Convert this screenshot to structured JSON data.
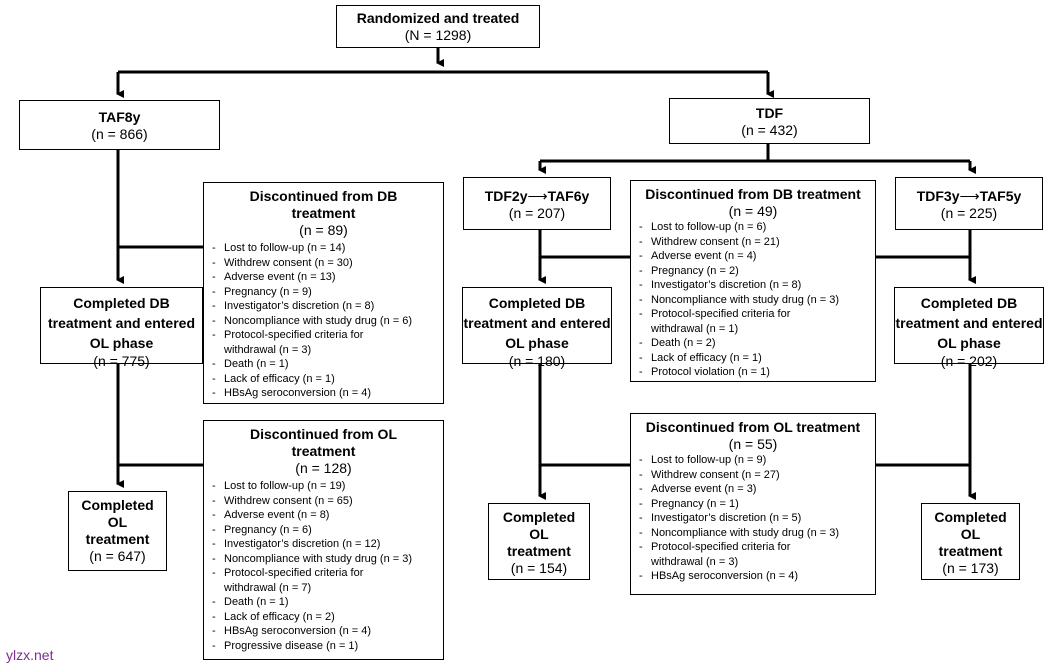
{
  "top": {
    "title": "Randomized and treated",
    "n_text": "(N = 1298)"
  },
  "taf8y": {
    "title": "TAF8y",
    "n_text": "(n = 866)"
  },
  "tdf": {
    "title": "TDF",
    "n_text": "(n = 432)"
  },
  "tdf2y": {
    "title_a": "TDF2y",
    "arrow": "⟶",
    "title_b": "TAF6y",
    "n_text": "(n = 207)"
  },
  "tdf3y": {
    "title_a": "TDF3y",
    "arrow": "⟶",
    "title_b": "TAF5y",
    "n_text": "(n = 225)"
  },
  "disc_db_left": {
    "title": "Discontinued from DB treatment",
    "n_text": "(n = 89)",
    "reasons": [
      "Lost to follow-up (n = 14)",
      "Withdrew consent (n = 30)",
      "Adverse event (n = 13)",
      "Pregnancy (n = 9)",
      "Investigator’s discretion (n = 8)",
      "Noncompliance with study drug (n = 6)",
      "Protocol-specified criteria for withdrawal (n = 3)",
      "Death (n = 1)",
      "Lack of efficacy (n = 1)",
      "HBsAg seroconversion (n = 4)"
    ]
  },
  "disc_db_right": {
    "title": "Discontinued from DB treatment",
    "n_text": "(n = 49)",
    "reasons": [
      "Lost to follow-up (n = 6)",
      "Withdrew consent (n = 21)",
      "Adverse event (n = 4)",
      "Pregnancy (n = 2)",
      "Investigator’s discretion (n = 8)",
      "Noncompliance with study drug (n = 3)",
      "Protocol-specified criteria for withdrawal (n = 1)",
      "Death (n = 2)",
      "Lack of efficacy (n = 1)",
      "Protocol violation (n = 1)"
    ]
  },
  "disc_ol_left": {
    "title": "Discontinued from OL treatment",
    "n_text": "(n = 128)",
    "reasons": [
      "Lost to follow-up (n = 19)",
      "Withdrew consent (n = 65)",
      "Adverse event (n = 8)",
      "Pregnancy (n = 6)",
      "Investigator’s discretion (n = 12)",
      "Noncompliance with study drug (n = 3)",
      "Protocol-specified criteria for withdrawal (n = 7)",
      "Death (n = 1)",
      "Lack of efficacy (n = 2)",
      "HBsAg seroconversion (n = 4)",
      "Progressive disease (n = 1)"
    ]
  },
  "disc_ol_right": {
    "title": "Discontinued from OL treatment",
    "n_text": "(n = 55)",
    "reasons": [
      "Lost to follow-up (n = 9)",
      "Withdrew consent (n = 27)",
      "Adverse event (n = 3)",
      "Pregnancy (n = 1)",
      "Investigator’s discretion (n = 5)",
      "Noncompliance with study drug (n = 3)",
      "Protocol-specified criteria for withdrawal (n = 3)",
      "HBsAg seroconversion (n = 4)"
    ]
  },
  "comp_db_1": {
    "title": "Completed DB treatment and entered OL phase",
    "n_text": "(n = 775)"
  },
  "comp_db_2": {
    "title": "Completed DB treatment and entered OL phase",
    "n_text": "(n = 180)"
  },
  "comp_db_3": {
    "title": "Completed DB treatment and entered OL phase",
    "n_text": "(n = 202)"
  },
  "comp_ol_1": {
    "title": "Completed OL treatment",
    "n_text": "(n = 647)"
  },
  "comp_ol_2": {
    "title": "Completed OL treatment",
    "n_text": "(n = 154)"
  },
  "comp_ol_3": {
    "title": "Completed OL treatment",
    "n_text": "(n = 173)"
  },
  "watermark": "ylzx.net",
  "colors": {
    "line": "#000000",
    "watermark": "#7a2f93"
  }
}
